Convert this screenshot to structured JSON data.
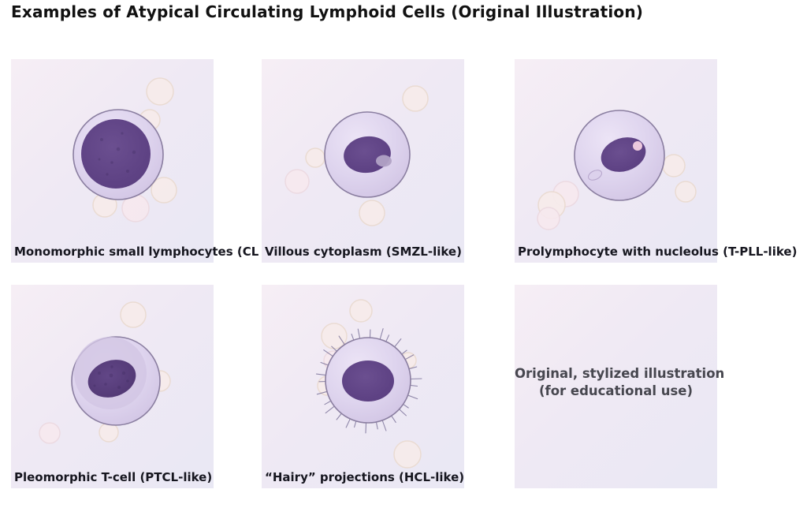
{
  "title": "Examples of Atypical Circulating Lymphoid Cells (Original Illustration)",
  "panels": [
    {
      "key": "monomorphic",
      "label": "Monomorphic small lymphocytes (CL"
    },
    {
      "key": "villous",
      "label": "Villous cytoplasm (SMZL-like)"
    },
    {
      "key": "prolymphocyte",
      "label": "Prolymphocyte with nucleolus (T-PLL-like)"
    },
    {
      "key": "pleomorphic",
      "label": "Pleomorphic T-cell (PTCL-like)"
    },
    {
      "key": "hairy",
      "label": "“Hairy” projections (HCL-like)"
    },
    {
      "key": "note",
      "note_line1": "Original, stylized illustration",
      "note_line2": "(for educational use)"
    }
  ],
  "colors": {
    "background": "#ffffff",
    "title_text": "#111111",
    "label_text": "#16161f",
    "note_text": "#47474f",
    "panel_grad_start": "#f6eef5",
    "panel_grad_end": "#e9e8f4",
    "cytoplasm": "#ded4ee",
    "cytoplasm_edge": "#8a7ea0",
    "nucleus": "#5e4284",
    "nucleus_dark": "#553b78",
    "nucleolus": "#ecc9dd",
    "vacuole": "#dcd1ec",
    "rbc_ghost": "#f7eceb"
  }
}
